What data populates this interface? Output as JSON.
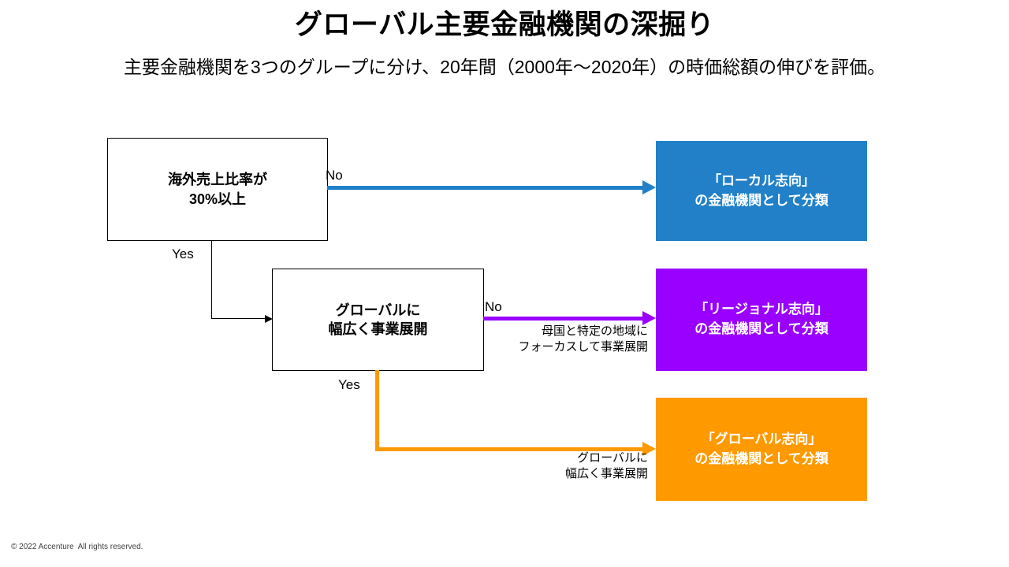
{
  "slide": {
    "title": "グローバル主要金融機関の深掘り",
    "subtitle": "主要金融機関を3つのグループに分け、20年間（2000年～2020年）の時価総額の伸びを評価。",
    "footer": "© 2022 Accenture  All rights reserved."
  },
  "colors": {
    "local_blue": "#2180C8",
    "regional_purple": "#9900FF",
    "global_orange": "#FF9900",
    "connector_black": "#000000",
    "box_border": "#000000",
    "box_fill": "#FFFFFF",
    "text_dark": "#000000",
    "text_light": "#FFFFFF"
  },
  "decisions": [
    {
      "id": "overseas-sales-ratio",
      "line1": "海外売上比率が",
      "line2": "30%以上"
    },
    {
      "id": "global-broad-business",
      "line1": "グローバルに",
      "line2": "幅広く事業展開"
    }
  ],
  "results": [
    {
      "id": "local",
      "line1": "「ローカル志向」",
      "line2": "の金融機関として分類"
    },
    {
      "id": "regional",
      "line1": "「リージョナル志向」",
      "line2": "の金融機関として分類"
    },
    {
      "id": "global",
      "line1": "「グローバル志向」",
      "line2": "の金融機関として分類"
    }
  ],
  "edges": {
    "no_1": "No",
    "yes_1": "Yes",
    "no_2": "No",
    "yes_2": "Yes",
    "note_regional_line1": "母国と特定の地域に",
    "note_regional_line2": "フォーカスして事業展開",
    "note_global_line1": "グローバルに",
    "note_global_line2": "幅広く事業展開"
  }
}
